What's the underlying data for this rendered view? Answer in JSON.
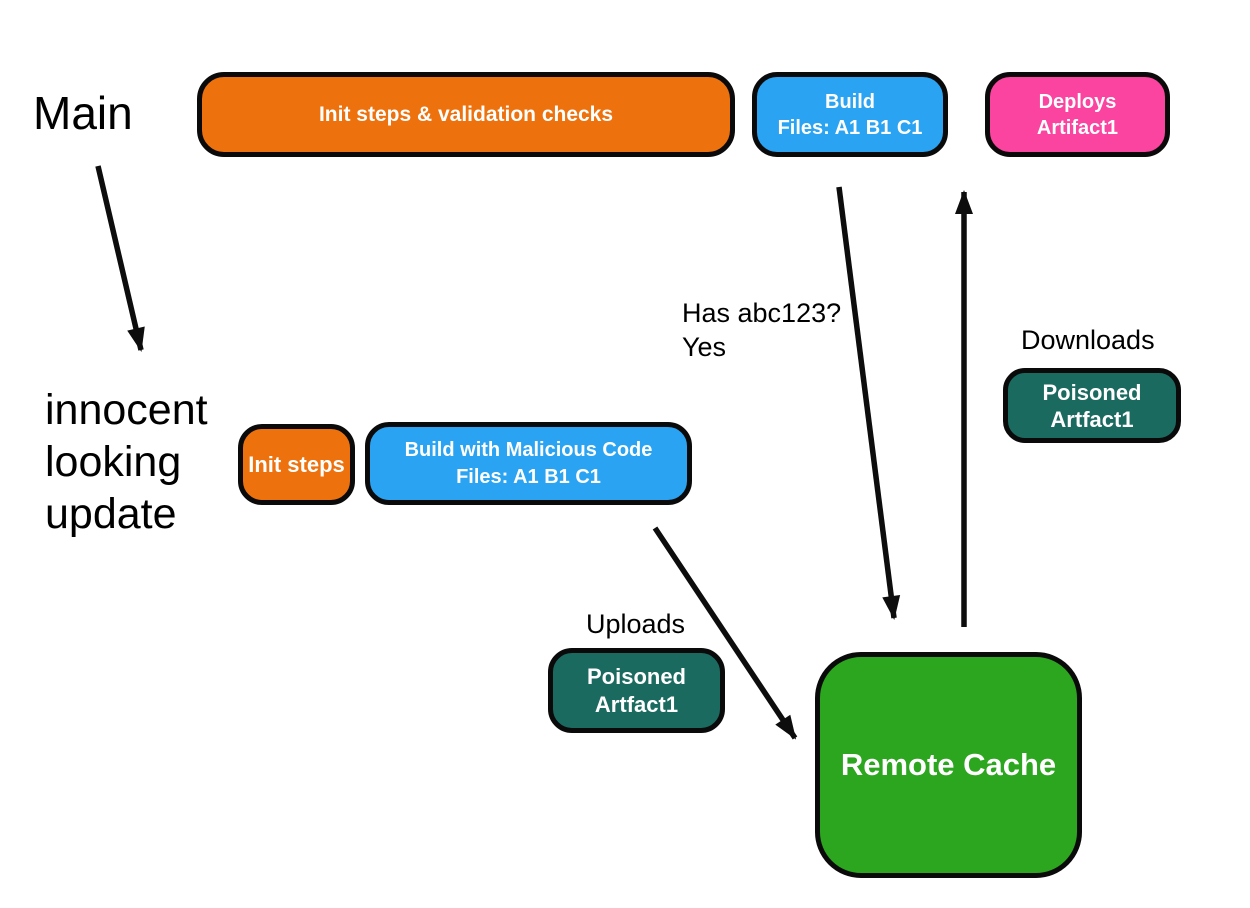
{
  "page": {
    "background": "#ffffff"
  },
  "labels": {
    "main": "Main",
    "update": {
      "line1": "innocent",
      "line2": "looking",
      "line3": "update"
    },
    "cache_check": {
      "line1": "Has abc123?",
      "line2": "Yes"
    },
    "downloads": "Downloads",
    "uploads": "Uploads"
  },
  "nodes": {
    "init_validation": {
      "label": "Init steps & validation checks",
      "color": "#ED720E"
    },
    "build_main": {
      "line1": "Build",
      "line2": "Files: A1 B1 C1",
      "color": "#2AA3F2"
    },
    "deploys": {
      "line1": "Deploys",
      "line2": "Artifact1",
      "color": "#FB43A0"
    },
    "init_steps": {
      "label": "Init steps",
      "color": "#ED720E"
    },
    "build_malicious": {
      "line1": "Build with Malicious Code",
      "line2": "Files: A1 B1 C1",
      "color": "#2AA3F2"
    },
    "poisoned_download": {
      "line1": "Poisoned",
      "line2": "Artfact1",
      "color": "#1B6A60"
    },
    "poisoned_upload": {
      "line1": "Poisoned",
      "line2": "Artfact1",
      "color": "#1B6A60"
    },
    "remote_cache": {
      "label": "Remote Cache",
      "color": "#2CA51F"
    }
  },
  "style": {
    "node_border_color": "#0a0a0a",
    "arrow_color": "#0d0d0d",
    "node_text_color": "#ffffff",
    "label_text_color": "#000000"
  }
}
